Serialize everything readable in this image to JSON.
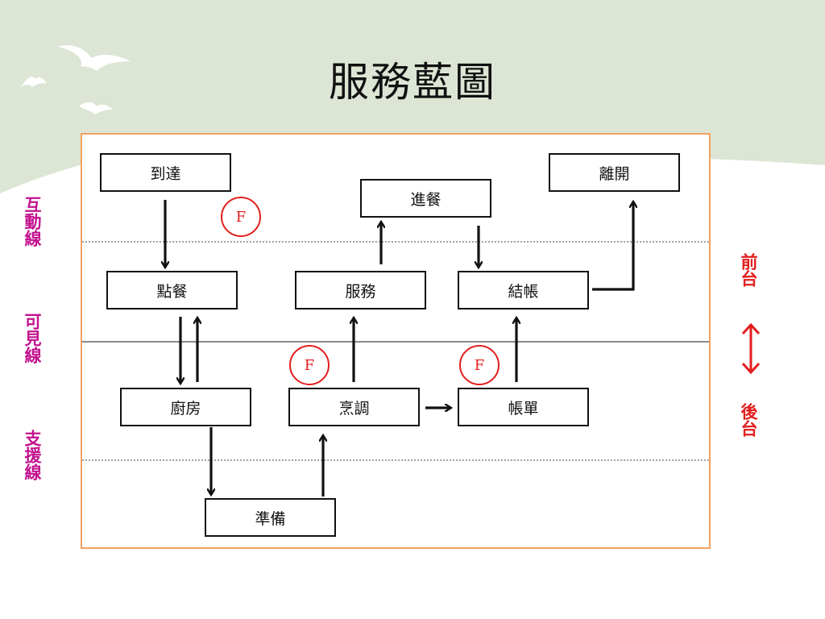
{
  "title": "服務藍圖",
  "boxes": {
    "arrive": "到達",
    "dine": "進餐",
    "leave": "離開",
    "order": "點餐",
    "serve": "服務",
    "checkout": "結帳",
    "kitchen": "廚房",
    "cook": "烹調",
    "bill": "帳單",
    "prepare": "準備"
  },
  "fail_marker": "F",
  "left_labels": {
    "interaction": "互動線",
    "visibility": "可見線",
    "support": "支援線"
  },
  "right_labels": {
    "front": "前台",
    "back": "後台"
  },
  "colors": {
    "title_band": "#dde6d5",
    "frame": "#f2a15f",
    "fail": "#e31d1d",
    "left_labels": "#c2128f",
    "right_labels": "#e31d1d"
  }
}
